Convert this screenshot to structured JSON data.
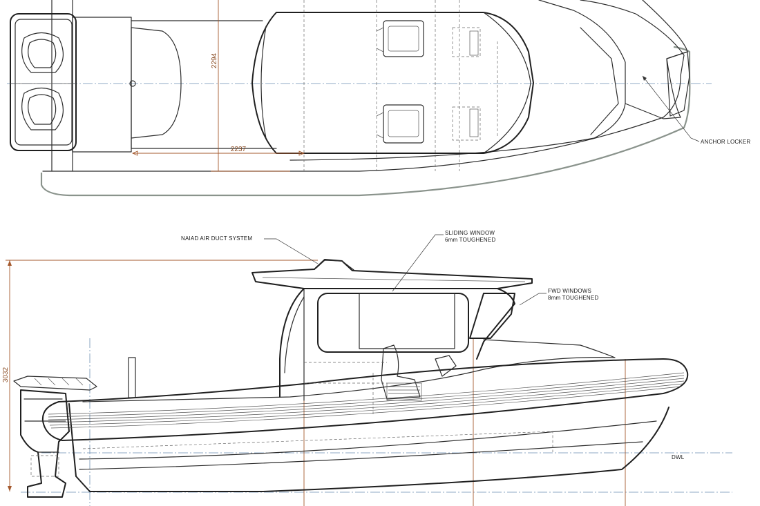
{
  "dimensions": {
    "plan_width": "2294",
    "cockpit_length": "2237",
    "overall_height": "3032"
  },
  "labels": {
    "anchor_locker": "ANCHOR LOCKER",
    "naiad_air_duct": "NAIAD AIR DUCT SYSTEM",
    "sliding_window_line1": "SLIDING WINDOW",
    "sliding_window_line2": "6mm TOUGHENED",
    "fwd_windows_line1": "FWD WINDOWS",
    "fwd_windows_line2": "8mm TOUGHENED",
    "dwl": "DWL"
  },
  "colors": {
    "linework": "#2c2c2c",
    "dimension": "#a4582c",
    "centerline": "#6b8fb3",
    "tube_outline": "#8a938c"
  }
}
